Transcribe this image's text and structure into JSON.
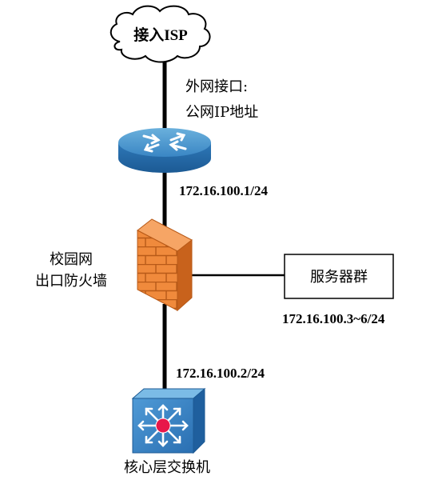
{
  "nodes": {
    "isp_cloud": {
      "label": "接入ISP"
    },
    "router": {
      "annotation_line1": "外网接口:",
      "annotation_line2": "公网IP地址"
    },
    "firewall": {
      "label_line1": "校园网",
      "label_line2": "出口防火墙"
    },
    "server_group": {
      "label": "服务器群"
    },
    "core_switch": {
      "label": "核心层交换机"
    }
  },
  "links": {
    "router_firewall_ip": "172.16.100.1/24",
    "firewall_switch_ip": "172.16.100.2/24",
    "firewall_server_ip": "172.16.100.3~6/24"
  }
}
